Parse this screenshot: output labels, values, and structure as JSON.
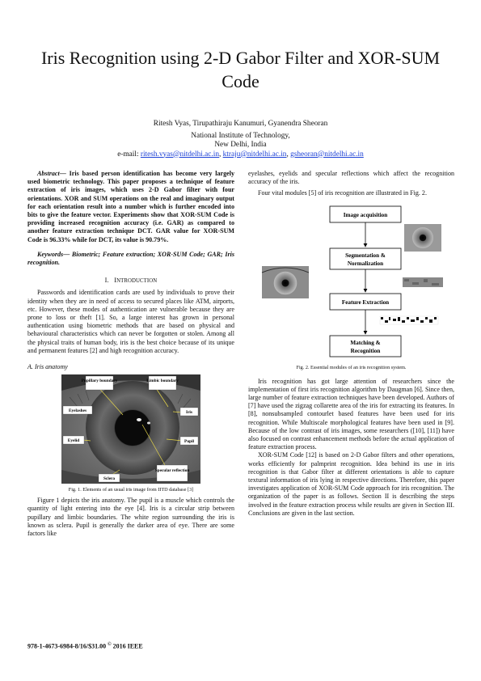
{
  "title": "Iris Recognition using 2-D Gabor Filter and XOR-SUM Code",
  "authors": "Ritesh Vyas, Tirupathiraju Kanumuri, Gyanendra Sheoran",
  "affiliation_1": "National Institute of Technology,",
  "affiliation_2": "New Delhi, India",
  "email_label": "e-mail: ",
  "emails": [
    "ritesh.vyas@nitdelhi.ac.in",
    "ktraju@nitdelhi.ac.in",
    "gsheoran@nitdelhi.ac.in"
  ],
  "email_sep": ", ",
  "abstract_label": "Abstract",
  "abstract_text": "— Iris based person identification has become very largely used biometric technology. This paper proposes a technique of feature extraction of iris images, which uses 2-D Gabor filter with four orientations. XOR and SUM operations on the real and imaginary output for each orientation result into a number which is further encoded into bits to give the feature vector. Experiments show that XOR-SUM Code is providing increased recognition accuracy (i.e. GAR) as compared to another feature extraction technique DCT. GAR value for XOR-SUM Code is 96.33% while for DCT, its value is 90.79%.",
  "keywords_label": "Keywords",
  "keywords_text": "— Biometric; Feature extraction; XOR-SUM Code; GAR; Iris recognition.",
  "section1": {
    "num": "I.",
    "first": "I",
    "rest": "NTRODUCTION"
  },
  "intro_p1": "Passwords and identification cards are used by individuals to prove their identity when they are in need of access to secured places like ATM, airports, etc. However, these modes of authentication are vulnerable because they are prone to loss or theft [1]. So, a large interest has grown in personal authentication using biometric methods that are based on physical and behavioural characteristics which can never be forgotten or stolen. Among all the physical traits of human body, iris is the best choice because of its unique and permanent features [2] and high recognition accuracy.",
  "subsec_a": "A.  Iris anatomy",
  "fig1_labels": {
    "pupillary": "Pupillary boundary",
    "limbic": "Limbic boundary",
    "eyelashes": "Eyelashes",
    "iris": "Iris",
    "eyelid": "Eyelid",
    "pupil": "Pupil",
    "sclera": "Sclera",
    "specular": "Specular reflection"
  },
  "fig1_caption": "Fig. 1. Elements of an usual iris image from IITD database [3]",
  "anatomy_p": "Figure 1 depicts the iris anatomy. The pupil is a muscle which controls the quantity of light entering into the eye [4]. Iris is a circular strip between pupillary and limbic boundaries. The white region surrounding the iris is known as sclera. Pupil is generally the darker area of eye. There are some factors like",
  "right_p0": "eyelashes, eyelids and specular reflections which affect the recognition accuracy of the iris.",
  "right_p1": "Four vital modules [5] of iris recognition are illustrated in Fig. 2.",
  "fig2_boxes": [
    "Image acquisition",
    "Segmentation &",
    "Normalization",
    "Feature Extraction",
    "Matching &",
    "Recognition"
  ],
  "fig2_caption": "Fig. 2.  Essential modules of an iris recognition system.",
  "right_p2": "Iris recognition has got large attention of researchers since the implementation of first iris recognition algorithm by Daugman [6]. Since then, large number of feature extraction techniques have been developed. Authors of [7] have used the zigzag collarette area of the iris for extracting its features. In [8], nonsubsampled contourlet based features have been used for iris recognition. While Multiscale morphological features have been used in [9]. Because of the low contrast of iris images, some researchers ([10], [11]) have also focused on contrast enhancement methods before the actual application of feature extraction process.",
  "right_p3": "XOR-SUM Code [12] is based on 2-D Gabor filters and other operations, works efficiently for palmprint recognition. Idea behind its use in iris recognition is that Gabor filter at different orientations is able to capture textural information of iris lying in respective directions. Therefore, this paper investigates application of XOR-SUM Code approach for iris recognition. The organization of the paper is as follows. Section II is describing the steps involved in the feature extraction process while results are given in Section III. Conclusions are given in the last section.",
  "footer_text": "978-1-4673-6984-8/16/$31.00 ",
  "footer_copy": "©",
  "footer_year": " 2016 IEEE"
}
